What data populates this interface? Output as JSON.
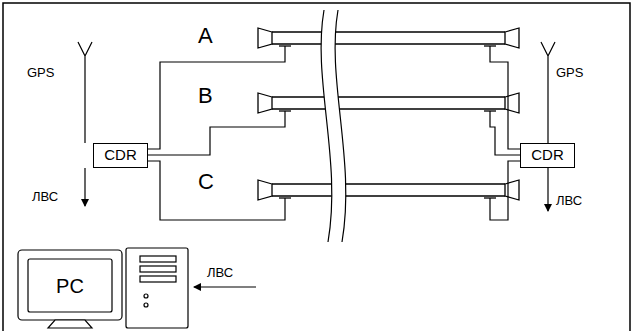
{
  "diagram": {
    "nodes": [
      {
        "text": [
          "CDR"
        ]
      },
      {
        "text": [
          "CDR"
        ]
      },
      {
        "text": [
          "PC"
        ]
      }
    ],
    "labels": [
      "A",
      "B",
      "C",
      "GPS",
      "GPS",
      "ЛВС",
      "ЛВС",
      "ЛВС"
    ]
  }
}
